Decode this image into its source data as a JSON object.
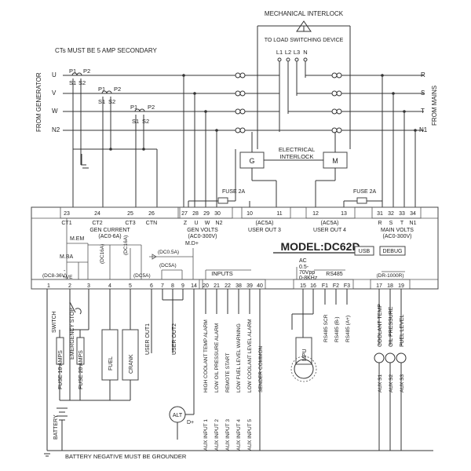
{
  "header": {
    "mechanical_interlock": "MECHANICAL INTERLOCK",
    "to_load": "TO LOAD SWITCHING DEVICE",
    "load_terms": [
      "L1",
      "L2",
      "L3",
      "N"
    ],
    "ct_note": "CTs MUST BE 5 AMP SECONDARY",
    "from_generator": "FROM GENERATOR",
    "from_mains": "FROM MAINS"
  },
  "gen_lines": [
    "U",
    "V",
    "W",
    "N2"
  ],
  "mains_lines": [
    "R",
    "S",
    "T",
    "N1"
  ],
  "ct_labels": [
    "P1",
    "P2",
    "S1",
    "S2"
  ],
  "interlock": {
    "g": "G",
    "m": "M",
    "electrical": "ELECTRICAL",
    "interlock": "INTERLOCK"
  },
  "fuse_label": "FUSE 2A",
  "top_terminals": {
    "ct": [
      "23",
      "24",
      "25",
      "26"
    ],
    "volts": [
      "27",
      "28",
      "29",
      "30"
    ],
    "out3": [
      "10",
      "11"
    ],
    "out4": [
      "12",
      "13"
    ],
    "mains": [
      "31",
      "32",
      "33",
      "34"
    ]
  },
  "top_labels": {
    "ct": [
      "CT1",
      "CT2",
      "CT3",
      "CTN"
    ],
    "volts": [
      "Z",
      "U",
      "W",
      "N2"
    ],
    "mains": [
      "R",
      "S",
      "T",
      "N1"
    ],
    "out_rating": "(AC5A)",
    "user_out3": "USER OUT 3",
    "user_out4": "USER OUT 4",
    "gen_current_1": "GEN CURRENT",
    "gen_current_2": "(AC0-6A)",
    "gen_volts_1": "GEN VOLTS",
    "gen_volts_2": "(AC0-300V)",
    "main_volts_1": "MAIN VOLTS",
    "main_volts_2": "(AC0-300V)"
  },
  "module": {
    "model": "MODEL:DC62D",
    "usb": "USB",
    "debug": "DEBUG",
    "mem": "M.EM",
    "mba": "M.BA",
    "md": "M.D+",
    "dc16a_1": "(DC16A)",
    "dc16a_2": "(DC16A)",
    "dc05a": "(DC0.5A)",
    "dc5a_1": "(DC5A)",
    "dc5a_2": "(DC5A)",
    "inputs": "INPUTS",
    "ac": "AC",
    "ac_v": "0.5-",
    "ac_vpp": "70Vpp",
    "ac_f": "0-8KHz",
    "rs485": "RS485",
    "dr": "(DR-1000R)",
    "dc_supply": "(DC8-36V)",
    "minus": "-",
    "plus": "+VE",
    "dplus": "D+"
  },
  "bottom_terminals": [
    "1",
    "2",
    "3",
    "4",
    "5",
    "6",
    "7",
    "8",
    "9",
    "14",
    "20",
    "21",
    "22",
    "38",
    "39",
    "40",
    "15",
    "16",
    "F1",
    "F2",
    "F3",
    "17",
    "18",
    "19"
  ],
  "bottom_labels": {
    "switch": "SWITCH",
    "estop": "EMERGENCY STOP",
    "fuse10": "FUSE 10 AMPS",
    "fuse20": "FUSE 20 AMPS",
    "fuel": "FUEL",
    "crank": "CRANK",
    "user_out1": "USER OUT1",
    "user_out2": "USER OUT2",
    "alt": "ALT",
    "dplus": "D+",
    "battery": "BATTERY",
    "battery_note": "BATTERY NEGATIVE MUST BE GROUNDER",
    "alarms": [
      "HIGH COOLANT TEMP ALARM",
      "LOW OIL PRESSURE ALARM",
      "REMOTE START",
      "LOW FUEL LEVEL WARNING",
      "LOW COOLANT LEVEL ALARM",
      "SENDER COMMON"
    ],
    "aux_inputs": [
      "AUX INPUT 1",
      "AUX INPUT 2",
      "AUX INPUT 3",
      "AUX INPUT 4",
      "AUX INPUT 5"
    ],
    "mpu": "MPU",
    "rs485_scr": "RS485 SCR",
    "rs485_b": "RS485 (B-)",
    "rs485_a": "RS485 (A+)",
    "sensors": [
      "COOLANT TEMP",
      "OIL PRESSURE",
      "FUEL LEVEL"
    ],
    "aux_s": [
      "AUX S1",
      "AUX S2",
      "AUX S3"
    ]
  }
}
